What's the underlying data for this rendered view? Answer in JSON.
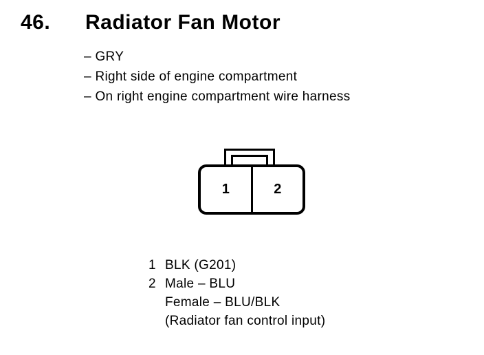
{
  "page": {
    "item_number": "46.",
    "title": "Radiator Fan Motor",
    "details": [
      "– GRY",
      "– Right side of engine compartment",
      "– On right engine compartment wire harness"
    ]
  },
  "connector": {
    "pins": [
      "1",
      "2"
    ]
  },
  "legend": {
    "rows": [
      {
        "pin": "1",
        "text": "BLK (G201)"
      },
      {
        "pin": "2",
        "text": "Male – BLU"
      },
      {
        "pin": "",
        "text": "Female – BLU/BLK"
      },
      {
        "pin": "",
        "text": "(Radiator fan control input)"
      }
    ]
  }
}
